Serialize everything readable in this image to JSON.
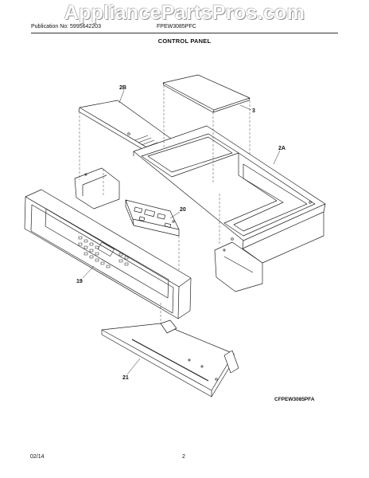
{
  "watermark": "AppliancePartsPros.com",
  "header": {
    "publication": "Publication No: 5995642203",
    "model": "FPEW3085PFC"
  },
  "title": "CONTROL PANEL",
  "callouts": {
    "p2B": "2B",
    "p3": "3",
    "p2A": "2A",
    "p20": "20",
    "p19": "19",
    "p21": "21"
  },
  "drawing_code": "CFPEW3085PFA",
  "footer": {
    "date": "02/14",
    "page": "2"
  }
}
